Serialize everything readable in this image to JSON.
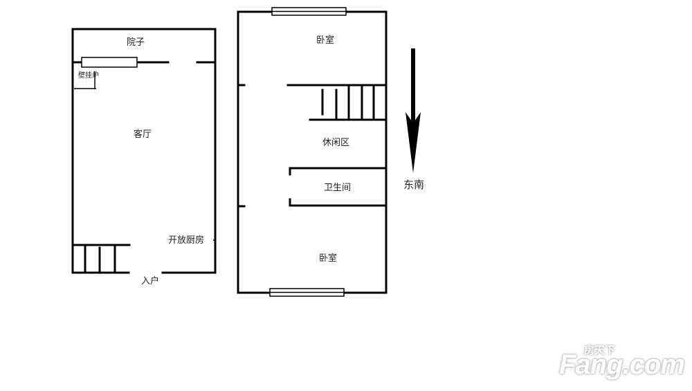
{
  "diagram": {
    "type": "floor-plan",
    "left_unit": {
      "rooms": {
        "yard": "院子",
        "boiler": "壁挂炉",
        "living_room": "客厅",
        "open_kitchen": "开放厨房",
        "entrance": "入户"
      }
    },
    "right_unit": {
      "rooms": {
        "bedroom_top": "卧室",
        "leisure_area": "休闲区",
        "bathroom": "卫生间",
        "bedroom_bottom": "卧室"
      }
    },
    "orientation": {
      "label": "东南",
      "arrow": "down-arrow"
    },
    "colors": {
      "wall": "#000000",
      "background": "#ffffff"
    }
  },
  "watermark": {
    "cn": "房天下",
    "en": "Fang.com"
  }
}
